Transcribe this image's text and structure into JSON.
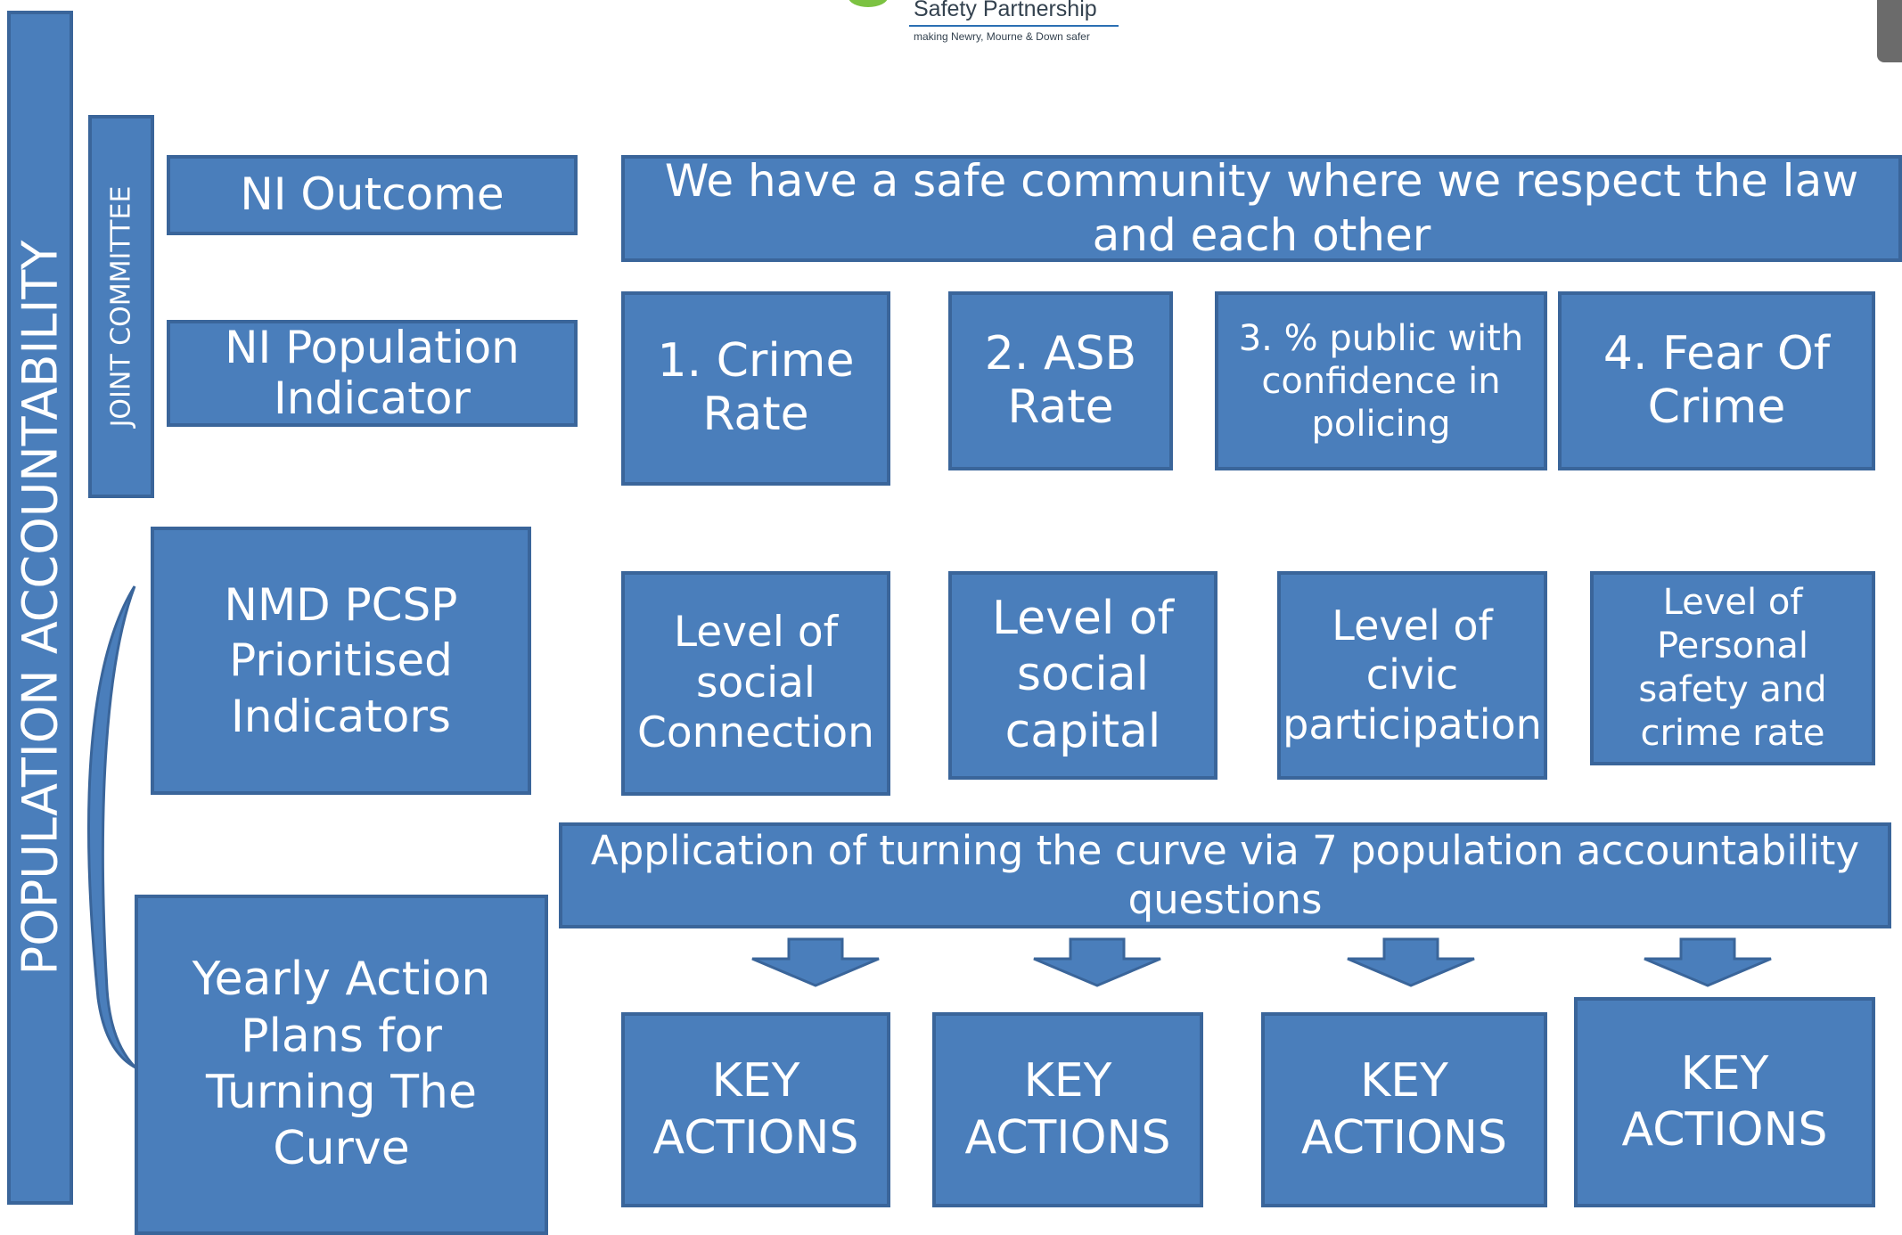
{
  "logo": {
    "name": "Safety Partnership",
    "tagline": "making Newry, Mourne & Down safer"
  },
  "side_labels": {
    "population_accountability": "POPULATION ACCOUNTABILITY",
    "joint_committee": "JOINT COMMITTEE"
  },
  "rows": {
    "ni_outcome": {
      "label": "NI Outcome",
      "statement": "We have a safe community where we respect the law\nand each other"
    },
    "ni_population_indicator": {
      "label": "NI Population\nIndicator",
      "items": [
        "1. Crime\nRate",
        "2. ASB\nRate",
        "3. % public with\nconfidence in\npolicing",
        "4. Fear Of\nCrime"
      ]
    },
    "pcsp_indicators": {
      "label": "NMD PCSP\nPrioritised\nIndicators",
      "items": [
        "Level of\nsocial\nConnection",
        "Level of\nsocial\ncapital",
        "Level of\ncivic\nparticipation",
        "Level of\nPersonal\nsafety and\ncrime rate"
      ]
    },
    "turning_curve": {
      "statement": "Application of turning the curve via 7 population accountability\nquestions"
    },
    "action_plans": {
      "label": "Yearly Action\nPlans for\nTurning The\nCurve",
      "items": [
        "KEY\nACTIONS",
        "KEY\nACTIONS",
        "KEY\nACTIONS",
        "KEY\nACTIONS"
      ]
    }
  },
  "colors": {
    "box_fill": "#4a7ebb",
    "box_border": "#3a659a",
    "text": "#ffffff"
  }
}
